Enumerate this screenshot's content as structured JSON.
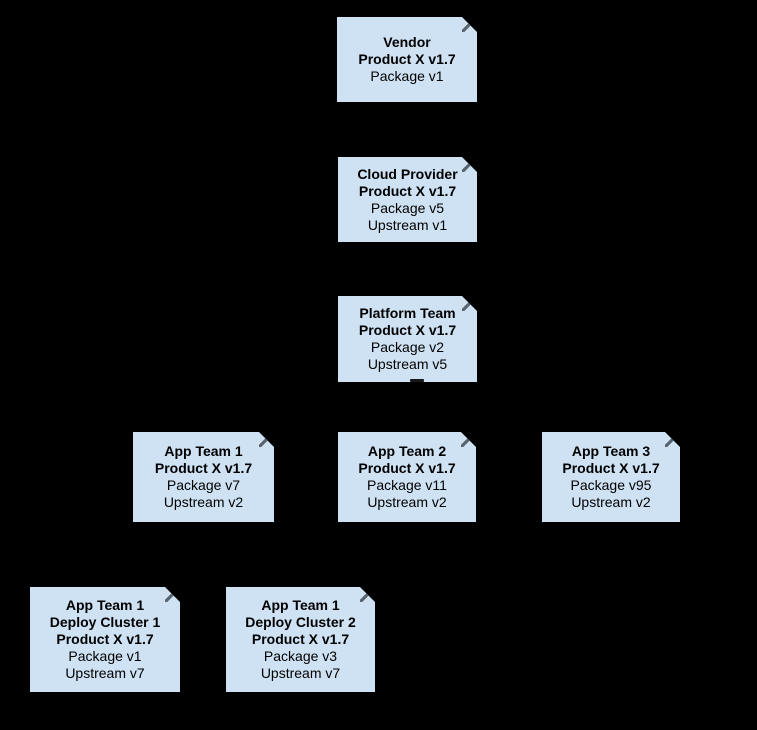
{
  "colors": {
    "background": "#000000",
    "node_fill": "#cfe2f3",
    "node_text": "#000000",
    "fold_edge": "#5a646e"
  },
  "diagram": {
    "shape": "folded-corner-note",
    "description": "Software supply-chain version hierarchy of Product X v1.7 nodes"
  },
  "nodes": [
    {
      "id": "vendor",
      "lines": [
        "Vendor",
        "Product X v1.7",
        "Package v1"
      ]
    },
    {
      "id": "cloud-provider",
      "lines": [
        "Cloud Provider",
        "Product X v1.7",
        "Package v5",
        "Upstream v1"
      ]
    },
    {
      "id": "platform-team",
      "lines": [
        "Platform Team",
        "Product X v1.7",
        "Package v2",
        "Upstream v5"
      ]
    },
    {
      "id": "app-team-1",
      "lines": [
        "App Team 1",
        "Product X v1.7",
        "Package v7",
        "Upstream v2"
      ]
    },
    {
      "id": "app-team-2",
      "lines": [
        "App Team 2",
        "Product X v1.7",
        "Package v11",
        "Upstream v2"
      ]
    },
    {
      "id": "app-team-3",
      "lines": [
        "App Team 3",
        "Product X v1.7",
        "Package v95",
        "Upstream v2"
      ]
    },
    {
      "id": "deploy-cluster-1",
      "lines": [
        "App Team 1",
        "Deploy Cluster 1",
        "Product X v1.7",
        "Package v1",
        "Upstream v7"
      ]
    },
    {
      "id": "deploy-cluster-2",
      "lines": [
        "App Team 1",
        "Deploy Cluster 2",
        "Product X v1.7",
        "Package v3",
        "Upstream v7"
      ]
    }
  ]
}
